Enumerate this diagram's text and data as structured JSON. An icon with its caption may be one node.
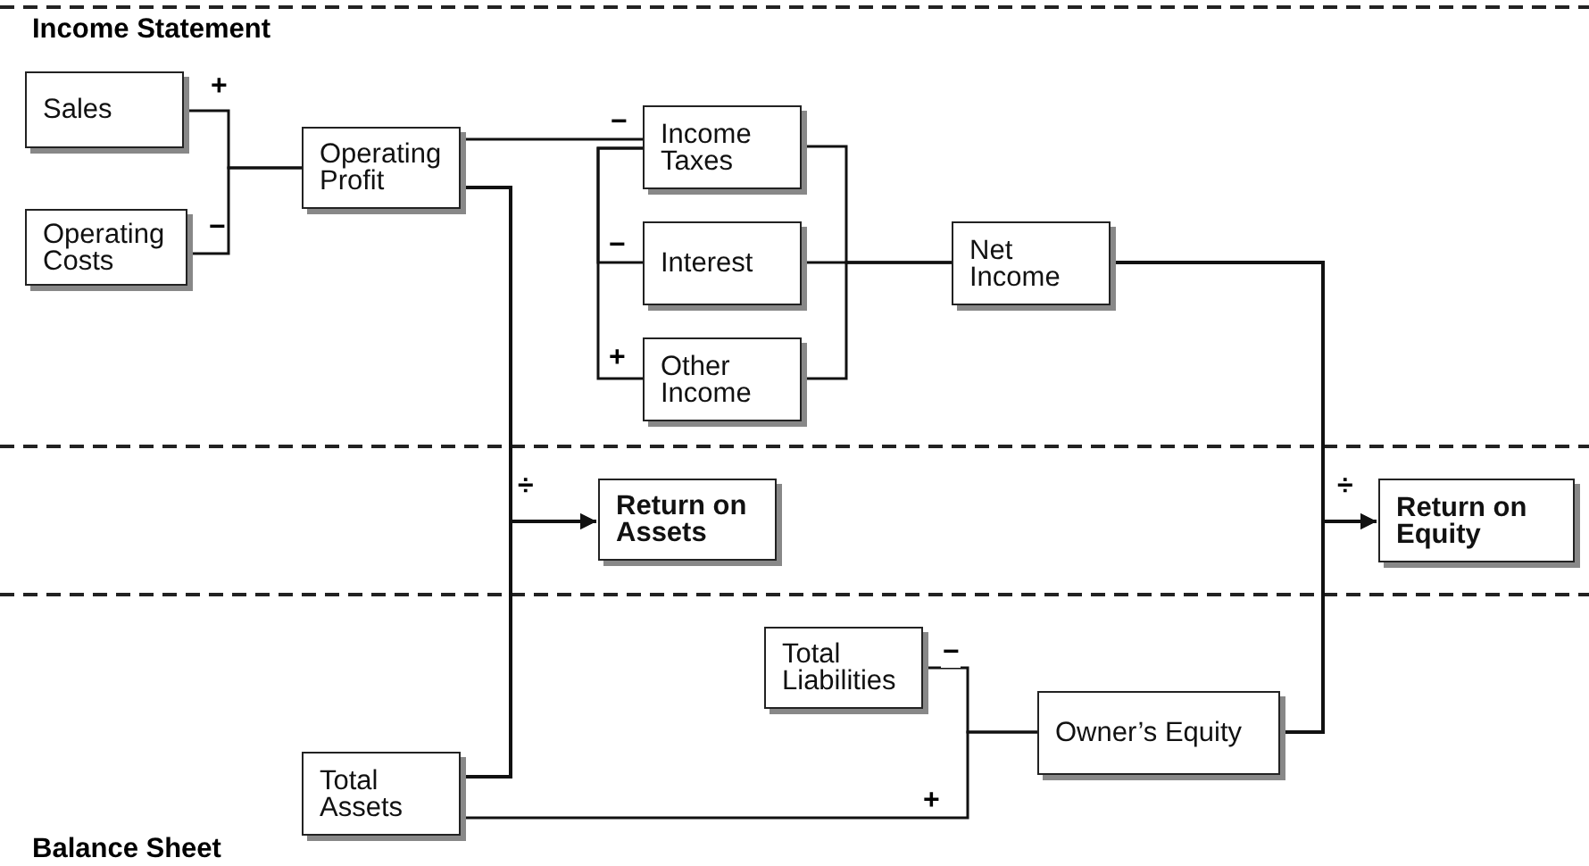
{
  "diagram": {
    "nodes": [
      {
        "text": [
          "Sales"
        ]
      },
      {
        "text": [
          "Operating Costs"
        ]
      },
      {
        "text": [
          "Operating Profit"
        ]
      },
      {
        "text": [
          "Income Taxes"
        ]
      },
      {
        "text": [
          "Interest"
        ]
      },
      {
        "text": [
          "Other Income"
        ]
      },
      {
        "text": [
          "Net Income"
        ]
      },
      {
        "text": [
          "Return on Assets"
        ]
      },
      {
        "text": [
          "Return on Equity"
        ]
      },
      {
        "text": [
          "Total Liabilities"
        ]
      },
      {
        "text": [
          "Owner’s Equity"
        ]
      },
      {
        "text": [
          "Total Assets"
        ]
      }
    ],
    "edges": [
      {
        "from": 0,
        "to": 2,
        "arrow": "none",
        "label": "+"
      },
      {
        "from": 1,
        "to": 2,
        "arrow": "none",
        "label": "−"
      },
      {
        "from": 2,
        "to": 3,
        "arrow": "none",
        "label": "−"
      },
      {
        "from": 3,
        "to": 4,
        "arrow": "none",
        "label": "−"
      },
      {
        "from": 3,
        "to": 5,
        "arrow": "none",
        "label": "+"
      },
      {
        "from": 3,
        "to": 6,
        "arrow": "none"
      },
      {
        "from": 4,
        "to": 6,
        "arrow": "none"
      },
      {
        "from": 5,
        "to": 6,
        "arrow": "none"
      },
      {
        "from": 2,
        "to": 7,
        "arrow": "to",
        "label": "÷"
      },
      {
        "from": 11,
        "to": 7,
        "arrow": "to"
      },
      {
        "from": 6,
        "to": 8,
        "arrow": "to",
        "label": "÷"
      },
      {
        "from": 10,
        "to": 8,
        "arrow": "to"
      },
      {
        "from": 9,
        "to": 10,
        "arrow": "none",
        "label": "−"
      },
      {
        "from": 11,
        "to": 10,
        "arrow": "none",
        "label": "+"
      }
    ],
    "labels": [
      "Income Statement",
      "Balance Sheet"
    ]
  }
}
